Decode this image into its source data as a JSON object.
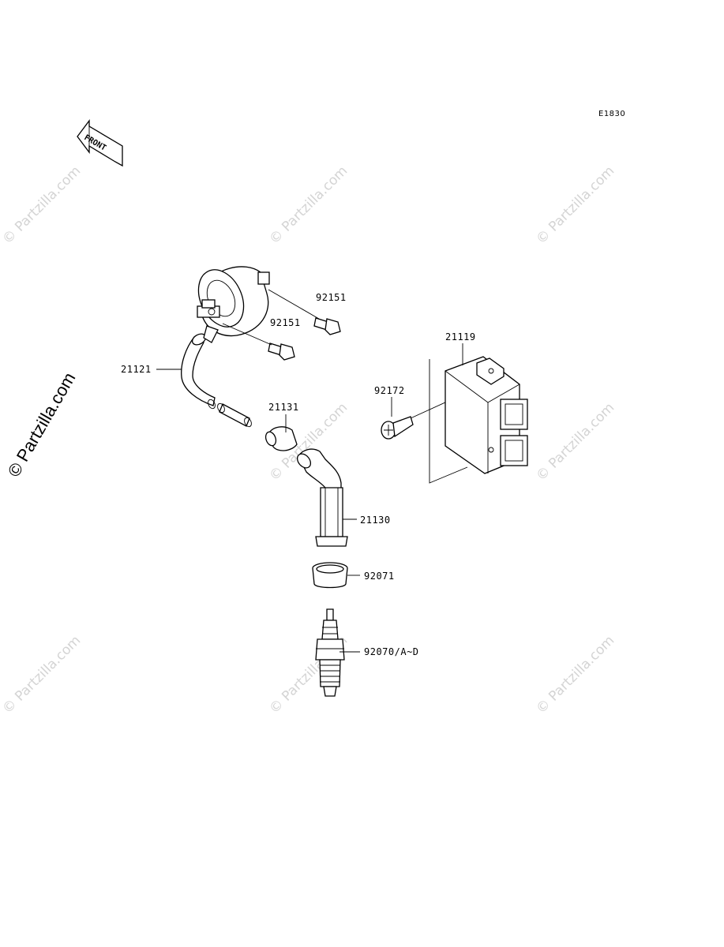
{
  "diagram": {
    "code": "E1830",
    "front_label": "FRONT",
    "watermark_big": "© Partzilla.com",
    "watermark_small": "© Partzilla.com",
    "parts": [
      {
        "id": "part-92151-upper",
        "label": "92151"
      },
      {
        "id": "part-92151-lower",
        "label": "92151"
      },
      {
        "id": "part-21121",
        "label": "21121"
      },
      {
        "id": "part-21131",
        "label": "21131"
      },
      {
        "id": "part-21119",
        "label": "21119"
      },
      {
        "id": "part-92172",
        "label": "92172"
      },
      {
        "id": "part-21130",
        "label": "21130"
      },
      {
        "id": "part-92071",
        "label": "92071"
      },
      {
        "id": "part-92070",
        "label": "92070/A~D"
      }
    ]
  }
}
